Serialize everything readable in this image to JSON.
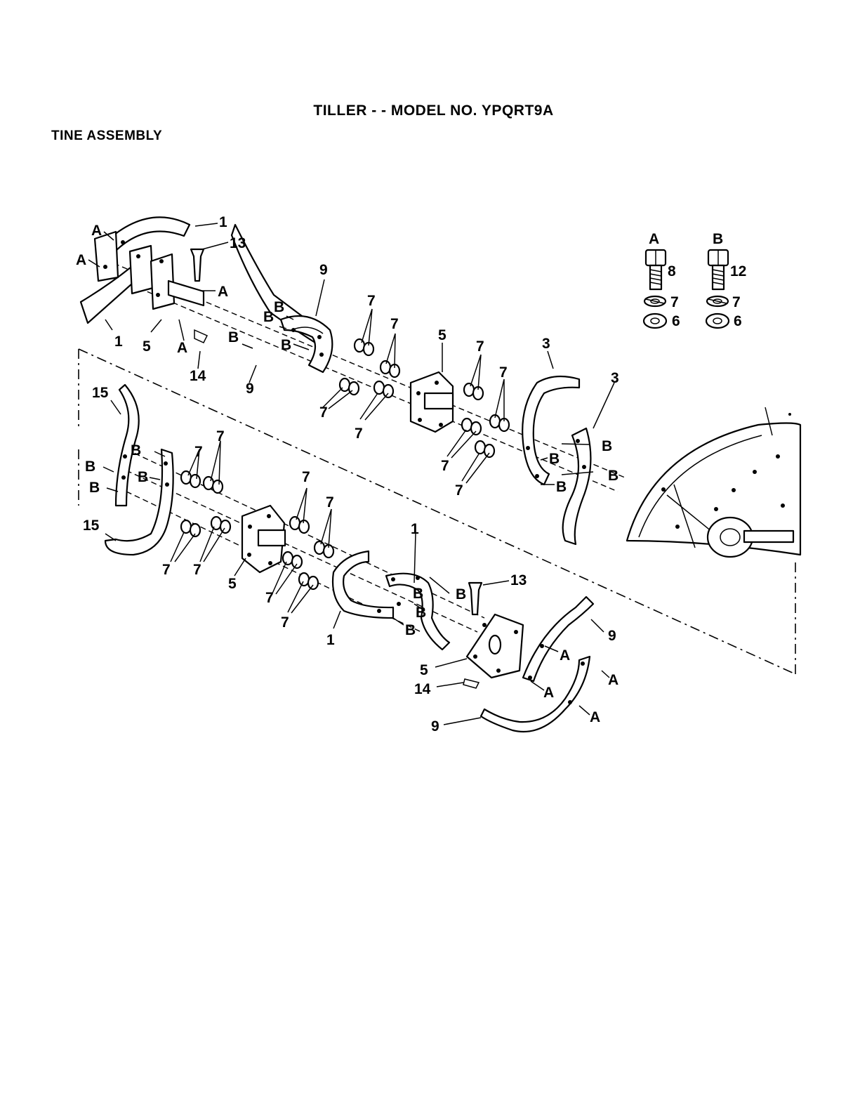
{
  "header": {
    "title": "TILLER - - MODEL NO. YPQRT9A",
    "section": "TINE ASSEMBLY"
  },
  "legend": {
    "a_label": "A",
    "b_label": "B",
    "a_bolt": "8",
    "a_lockwasher": "7",
    "a_nut": "6",
    "b_bolt": "12",
    "b_lockwasher": "7",
    "b_nut": "6"
  },
  "callouts": {
    "n1": "1",
    "n3": "3",
    "n5": "5",
    "n6": "6",
    "n7": "7",
    "n8": "8",
    "n9": "9",
    "n12": "12",
    "n13": "13",
    "n14": "14",
    "n15": "15",
    "a": "A",
    "b": "B"
  }
}
